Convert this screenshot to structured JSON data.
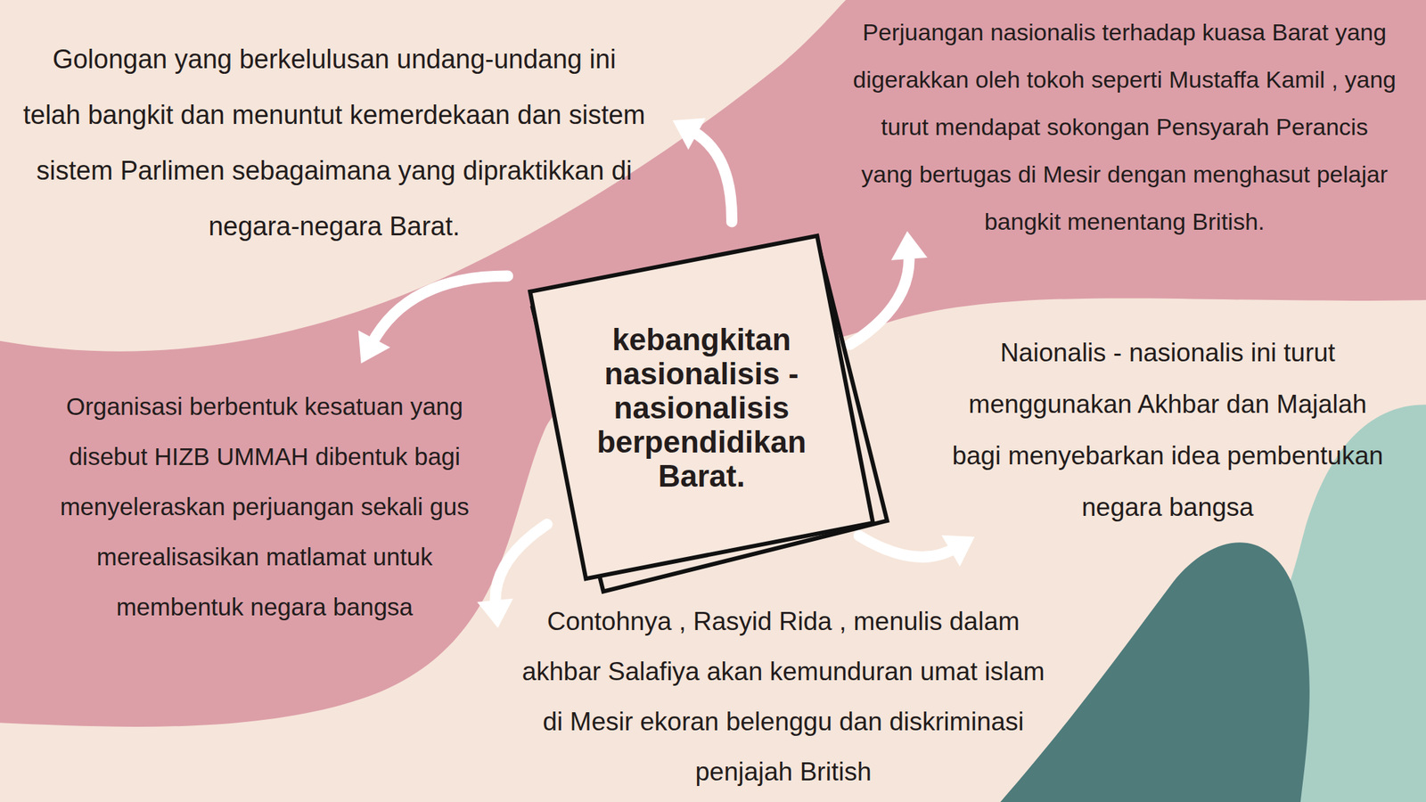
{
  "diagram": {
    "nodes": [
      {
        "text": [
          "kebangkitan nasionalisis - nasionalisis berpendidikan Barat."
        ]
      },
      {
        "text": [
          "Golongan yang berkelulusan undang-undang ini telah bangkit dan menuntut kemerdekaan dan sistem sistem Parlimen sebagaimana yang dipraktikkan di negara-negara Barat."
        ]
      },
      {
        "text": [
          "Perjuangan nasionalis terhadap kuasa Barat yang digerakkan oleh tokoh seperti Mustaffa Kamil , yang turut mendapat sokongan Pensyarah Perancis yang bertugas di Mesir dengan menghasut pelajar bangkit menentang British."
        ]
      },
      {
        "text": [
          "Organisasi berbentuk kesatuan yang disebut HIZB UMMAH dibentuk bagi menyeleraskan perjuangan sekali gus merealisasikan matlamat untuk membentuk negara bangsa"
        ]
      },
      {
        "text": [
          "Naionalis - nasionalis ini turut menggunakan Akhbar dan Majalah bagi menyebarkan idea pembentukan negara bangsa"
        ]
      },
      {
        "text": [
          "Contohnya , Rasyid Rida , menulis dalam akhbar Salafiya akan kemunduran umat islam di Mesir ekoran belenggu dan diskriminasi penjajah British"
        ]
      }
    ],
    "edges": [
      {
        "from": 0,
        "to": 1,
        "arrow": "to"
      },
      {
        "from": 0,
        "to": 2,
        "arrow": "to"
      },
      {
        "from": 0,
        "to": 3,
        "arrow": "to"
      },
      {
        "from": 0,
        "to": 4,
        "arrow": "to"
      },
      {
        "from": 0,
        "to": 5,
        "arrow": "to"
      }
    ]
  }
}
